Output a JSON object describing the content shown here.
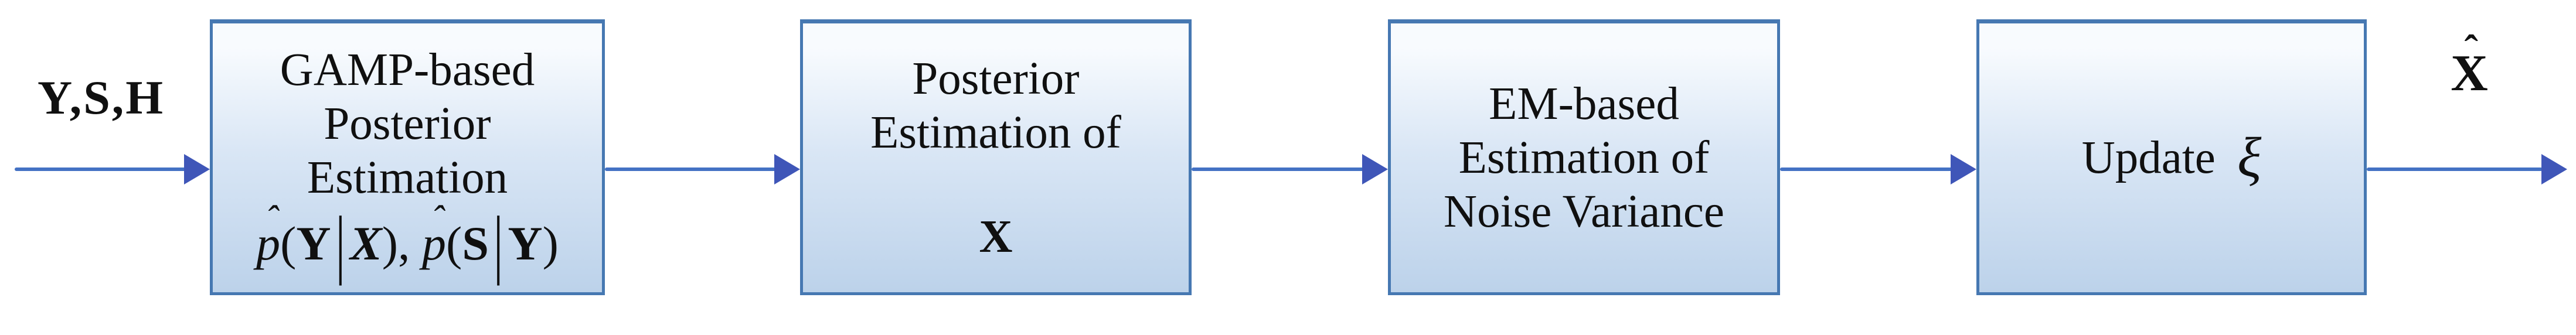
{
  "diagram": {
    "hat_glyph": "ˆ",
    "input_label": "Y,S,H",
    "output_label": [
      {
        "t": "X",
        "s": "b",
        "hat": true
      }
    ],
    "colors": {
      "background": "#ffffff",
      "box_border": "#4678b2",
      "box_fill_top": "#f8fbfe",
      "box_fill_mid": "#d9e6f5",
      "box_fill_bottom": "#bcd2ea",
      "arrow_line": "#4472c4",
      "arrow_head": "#3f56b8",
      "text": "#101010"
    },
    "boxes": [
      {
        "name": "GAMP-based Posterior Estimation",
        "lines": [
          "GAMP-based",
          "Posterior",
          "Estimation"
        ],
        "formula": [
          {
            "t": "p",
            "s": "i",
            "hat": true
          },
          {
            "t": "(",
            "s": ""
          },
          {
            "t": "Y",
            "s": "b"
          },
          {
            "t": "|",
            "s": "bar"
          },
          {
            "t": "X",
            "s": "bi"
          },
          {
            "t": "), ",
            "s": ""
          },
          {
            "t": "p",
            "s": "i",
            "hat": true
          },
          {
            "t": "(",
            "s": ""
          },
          {
            "t": "S",
            "s": "b"
          },
          {
            "t": "|",
            "s": "bar"
          },
          {
            "t": "Y",
            "s": "b"
          },
          {
            "t": ")",
            "s": ""
          }
        ]
      },
      {
        "name": "Posterior Estimation of X",
        "lines": [
          "Posterior",
          "Estimation of"
        ],
        "x_line": [
          {
            "t": "X",
            "s": "b"
          }
        ]
      },
      {
        "name": "EM-based Estimation of Noise Variance",
        "lines": [
          "EM-based",
          "Estimation of",
          "Noise Variance"
        ]
      },
      {
        "name": "Update xi",
        "title_rich": [
          {
            "t": "Update ",
            "s": ""
          },
          {
            "t": "ξ",
            "s": "xi"
          }
        ]
      }
    ]
  }
}
